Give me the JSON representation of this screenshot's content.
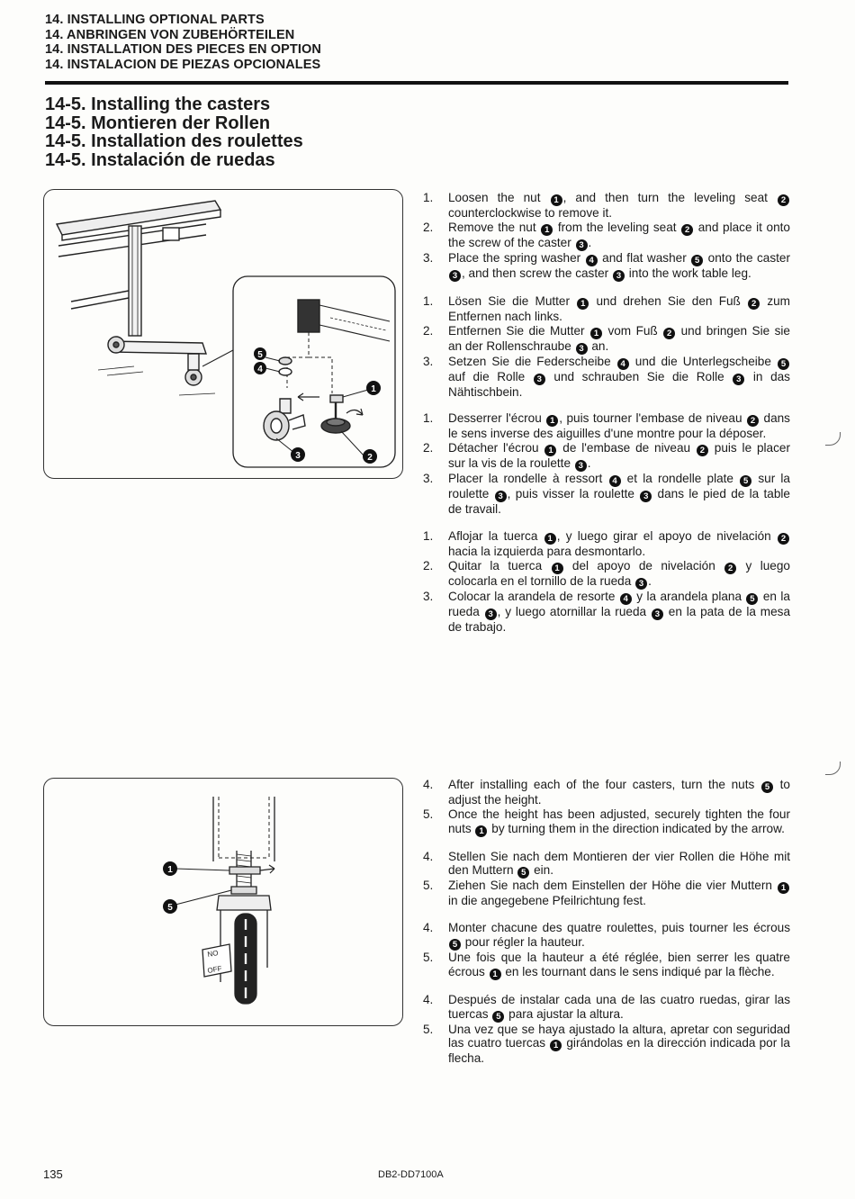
{
  "chapter_titles": [
    "14. INSTALLING OPTIONAL PARTS",
    "14. ANBRINGEN VON ZUBEHÖRTEILEN",
    "14. INSTALLATION DES PIECES EN OPTION",
    "14. INSTALACION DE PIEZAS OPCIONALES"
  ],
  "section_titles": [
    "14-5. Installing the casters",
    "14-5. Montieren der Rollen",
    "14-5. Installation des roulettes",
    "14-5. Instalación de ruedas"
  ],
  "figure1": {
    "callouts": [
      "1",
      "2",
      "3",
      "4",
      "5"
    ]
  },
  "figure2": {
    "callouts": [
      "1",
      "5"
    ],
    "caster_marks": [
      "NO",
      "OFF"
    ]
  },
  "instructions_top": [
    {
      "lang": "en",
      "steps": [
        {
          "num": "1.",
          "parts": [
            "Loosen the nut ",
            {
              "b": "1"
            },
            ", and then turn the leveling seat ",
            {
              "b": "2"
            },
            " counterclockwise to remove it."
          ]
        },
        {
          "num": "2.",
          "parts": [
            "Remove the nut ",
            {
              "b": "1"
            },
            " from the leveling seat ",
            {
              "b": "2"
            },
            " and place it onto the screw of the caster ",
            {
              "b": "3"
            },
            "."
          ]
        },
        {
          "num": "3.",
          "parts": [
            "Place the spring washer ",
            {
              "b": "4"
            },
            " and flat washer ",
            {
              "b": "5"
            },
            " onto the caster ",
            {
              "b": "3"
            },
            ", and then screw the caster ",
            {
              "b": "3"
            },
            " into the work table leg."
          ]
        }
      ]
    },
    {
      "lang": "de",
      "steps": [
        {
          "num": "1.",
          "parts": [
            "Lösen Sie die Mutter ",
            {
              "b": "1"
            },
            " und drehen Sie den Fuß ",
            {
              "b": "2"
            },
            " zum Entfernen nach links."
          ]
        },
        {
          "num": "2.",
          "parts": [
            "Entfernen Sie die Mutter ",
            {
              "b": "1"
            },
            " vom Fuß ",
            {
              "b": "2"
            },
            " und bringen Sie sie an der Rollenschraube ",
            {
              "b": "3"
            },
            " an."
          ]
        },
        {
          "num": "3.",
          "parts": [
            "Setzen Sie die Federscheibe ",
            {
              "b": "4"
            },
            " und die Unterlegscheibe ",
            {
              "b": "5"
            },
            " auf die Rolle ",
            {
              "b": "3"
            },
            " und schrauben Sie die Rolle ",
            {
              "b": "3"
            },
            " in das Nähtischbein."
          ]
        }
      ]
    },
    {
      "lang": "fr",
      "steps": [
        {
          "num": "1.",
          "parts": [
            "Desserrer l'écrou ",
            {
              "b": "1"
            },
            ", puis tourner l'embase de niveau ",
            {
              "b": "2"
            },
            " dans le sens inverse des aiguilles d'une montre pour la déposer."
          ]
        },
        {
          "num": "2.",
          "parts": [
            "Détacher l'écrou ",
            {
              "b": "1"
            },
            " de l'embase de niveau ",
            {
              "b": "2"
            },
            " puis le placer sur la vis de la roulette ",
            {
              "b": "3"
            },
            "."
          ]
        },
        {
          "num": "3.",
          "parts": [
            "Placer la rondelle à ressort ",
            {
              "b": "4"
            },
            " et la rondelle plate ",
            {
              "b": "5"
            },
            " sur la roulette ",
            {
              "b": "3"
            },
            ", puis visser la roulette ",
            {
              "b": "3"
            },
            " dans le pied de la table de travail."
          ]
        }
      ]
    },
    {
      "lang": "es",
      "steps": [
        {
          "num": "1.",
          "parts": [
            "Aflojar la tuerca ",
            {
              "b": "1"
            },
            ", y luego girar el apoyo de nivelación ",
            {
              "b": "2"
            },
            " hacia la izquierda para desmontarlo."
          ]
        },
        {
          "num": "2.",
          "parts": [
            "Quitar la tuerca ",
            {
              "b": "1"
            },
            " del apoyo de nivelación ",
            {
              "b": "2"
            },
            " y luego colocarla en el tornillo de la rueda ",
            {
              "b": "3"
            },
            "."
          ]
        },
        {
          "num": "3.",
          "parts": [
            "Colocar la arandela de resorte ",
            {
              "b": "4"
            },
            " y la arandela plana ",
            {
              "b": "5"
            },
            " en la rueda ",
            {
              "b": "3"
            },
            ", y luego atornillar la rueda ",
            {
              "b": "3"
            },
            " en la pata de la mesa de trabajo."
          ]
        }
      ]
    }
  ],
  "instructions_bottom": [
    {
      "lang": "en",
      "steps": [
        {
          "num": "4.",
          "parts": [
            "After installing each of the four casters, turn the nuts ",
            {
              "b": "5"
            },
            " to adjust the height."
          ]
        },
        {
          "num": "5.",
          "parts": [
            "Once the height has been adjusted, securely tighten the four nuts ",
            {
              "b": "1"
            },
            " by turning them in the direction indicated by the arrow."
          ]
        }
      ]
    },
    {
      "lang": "de",
      "steps": [
        {
          "num": "4.",
          "parts": [
            "Stellen Sie nach dem Montieren der vier Rollen die Höhe mit den Muttern ",
            {
              "b": "5"
            },
            " ein."
          ]
        },
        {
          "num": "5.",
          "parts": [
            "Ziehen Sie nach dem Einstellen der Höhe die vier Muttern ",
            {
              "b": "1"
            },
            " in die angegebene Pfeilrichtung fest."
          ]
        }
      ]
    },
    {
      "lang": "fr",
      "steps": [
        {
          "num": "4.",
          "parts": [
            "Monter chacune des quatre roulettes, puis tourner les écrous ",
            {
              "b": "5"
            },
            " pour régler la hauteur."
          ]
        },
        {
          "num": "5.",
          "parts": [
            "Une fois que la hauteur a été réglée, bien serrer les quatre écrous ",
            {
              "b": "1"
            },
            " en les tournant dans le sens indiqué par la flèche."
          ]
        }
      ]
    },
    {
      "lang": "es",
      "steps": [
        {
          "num": "4.",
          "parts": [
            "Después de instalar cada una de las cuatro ruedas, girar las tuercas ",
            {
              "b": "5"
            },
            " para ajustar la altura."
          ]
        },
        {
          "num": "5.",
          "parts": [
            "Una vez que se haya ajustado la altura, apretar con seguridad las cuatro tuercas ",
            {
              "b": "1"
            },
            " girándolas en la dirección indicada por la flecha."
          ]
        }
      ]
    }
  ],
  "footer": {
    "page_number": "135",
    "doc_code": "DB2-DD7100A"
  }
}
